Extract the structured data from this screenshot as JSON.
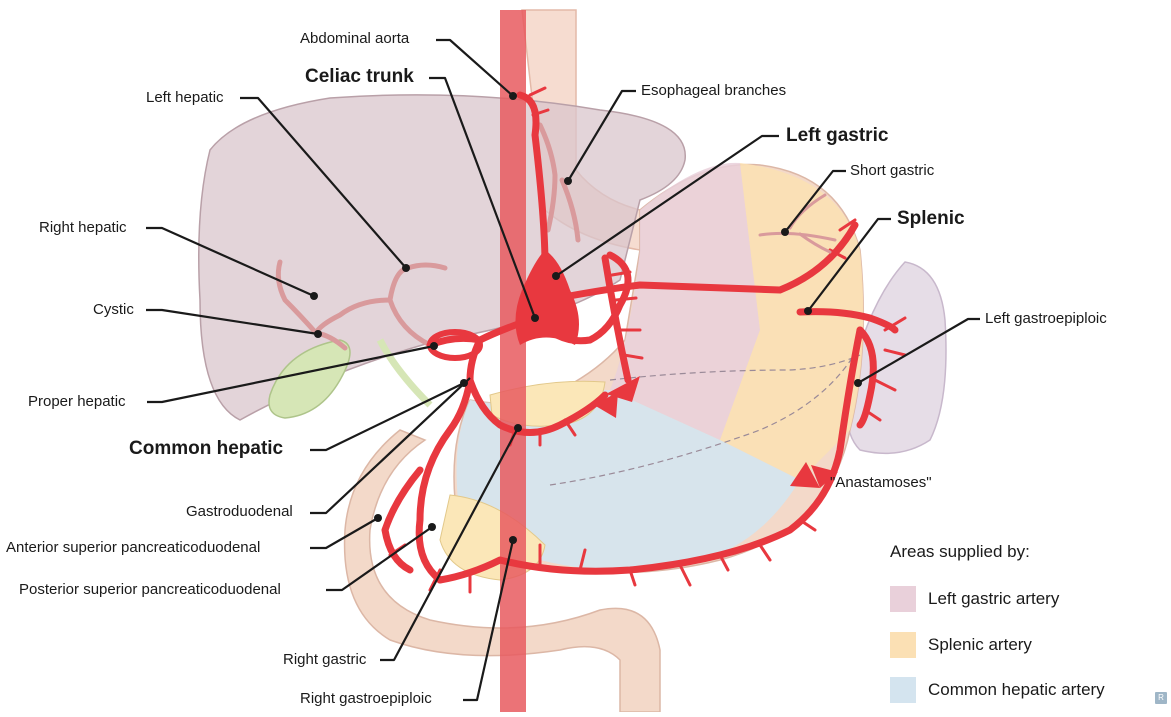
{
  "labels": {
    "abdominal_aorta": "Abdominal aorta",
    "celiac_trunk": "Celiac trunk",
    "left_hepatic": "Left hepatic",
    "esophageal_branches": "Esophageal branches",
    "left_gastric": "Left gastric",
    "short_gastric": "Short gastric",
    "splenic": "Splenic",
    "right_hepatic": "Right hepatic",
    "cystic": "Cystic",
    "left_gastroepiploic": "Left gastroepiploic",
    "proper_hepatic": "Proper hepatic",
    "common_hepatic": "Common hepatic",
    "anastamoses": "\"Anastamoses\"",
    "gastroduodenal": "Gastroduodenal",
    "ant_sup_pd": "Anterior superior pancreaticoduodenal",
    "post_sup_pd": "Posterior superior pancreaticoduodenal",
    "right_gastric": "Right gastric",
    "right_gastroepiploic": "Right gastroepiploic"
  },
  "legend": {
    "title": "Areas supplied by:",
    "items": [
      {
        "label": "Left gastric artery",
        "color": "#e9d0da"
      },
      {
        "label": "Splenic artery",
        "color": "#fbe0b4"
      },
      {
        "label": "Common hepatic artery",
        "color": "#d4e4ef"
      }
    ]
  },
  "badge": "R",
  "colors": {
    "artery": "#e8383f",
    "liver": "#d9c6cc",
    "stomach": "#f3d9c9",
    "spleen": "#e6dde7",
    "gallbladder": "#d6e6b6",
    "leader": "#1a1a1a"
  }
}
